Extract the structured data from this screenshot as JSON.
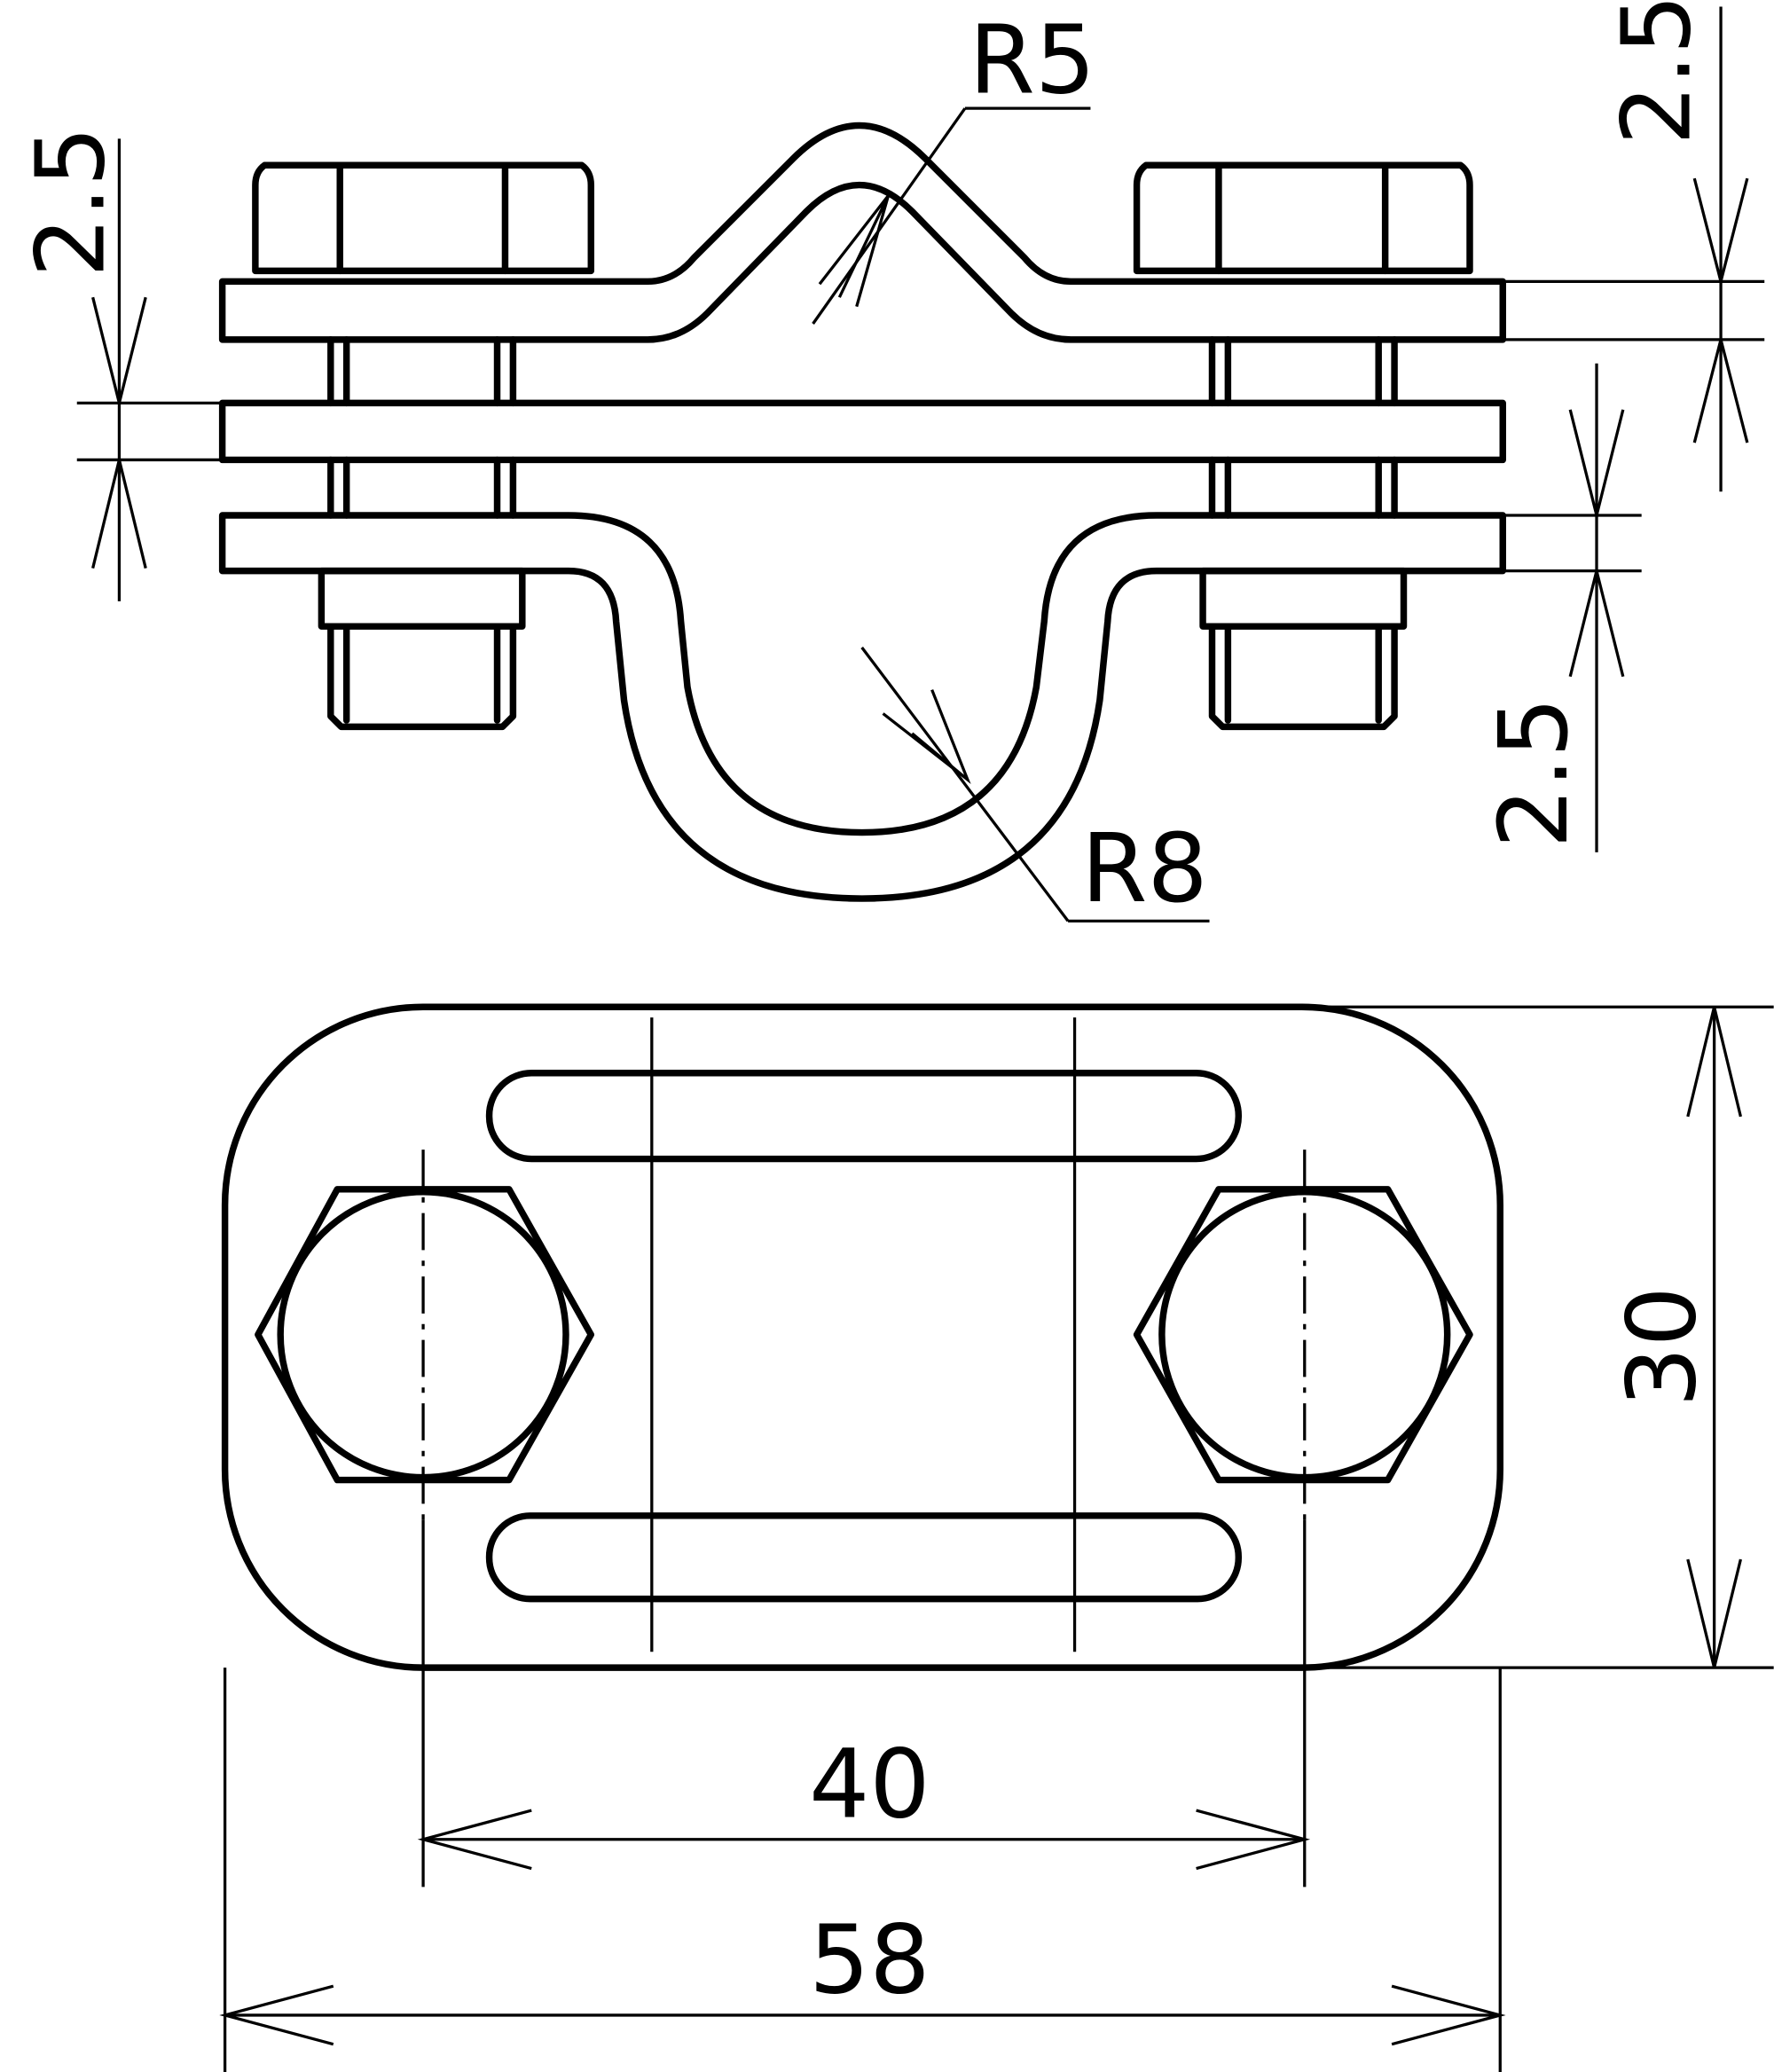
{
  "drawing": {
    "side_view": {
      "radius_top": "R5",
      "radius_bottom": "R8",
      "thickness_left": "2.5",
      "thickness_right_top": "2.5",
      "thickness_right_bottom": "2.5"
    },
    "plan_view": {
      "height": "30",
      "bolt_spacing": "40",
      "overall_width": "58"
    }
  }
}
